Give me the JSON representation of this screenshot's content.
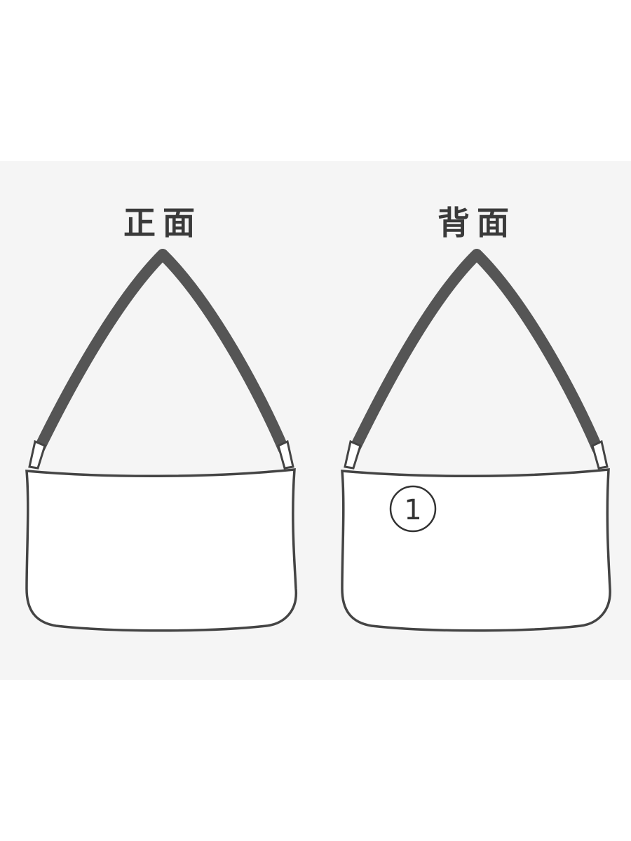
{
  "views": {
    "front": {
      "label": "正面"
    },
    "back": {
      "label": "背面",
      "marker": "1"
    }
  },
  "colors": {
    "outline": "#444444",
    "strap": "#555555",
    "background": "#f5f5f5"
  }
}
